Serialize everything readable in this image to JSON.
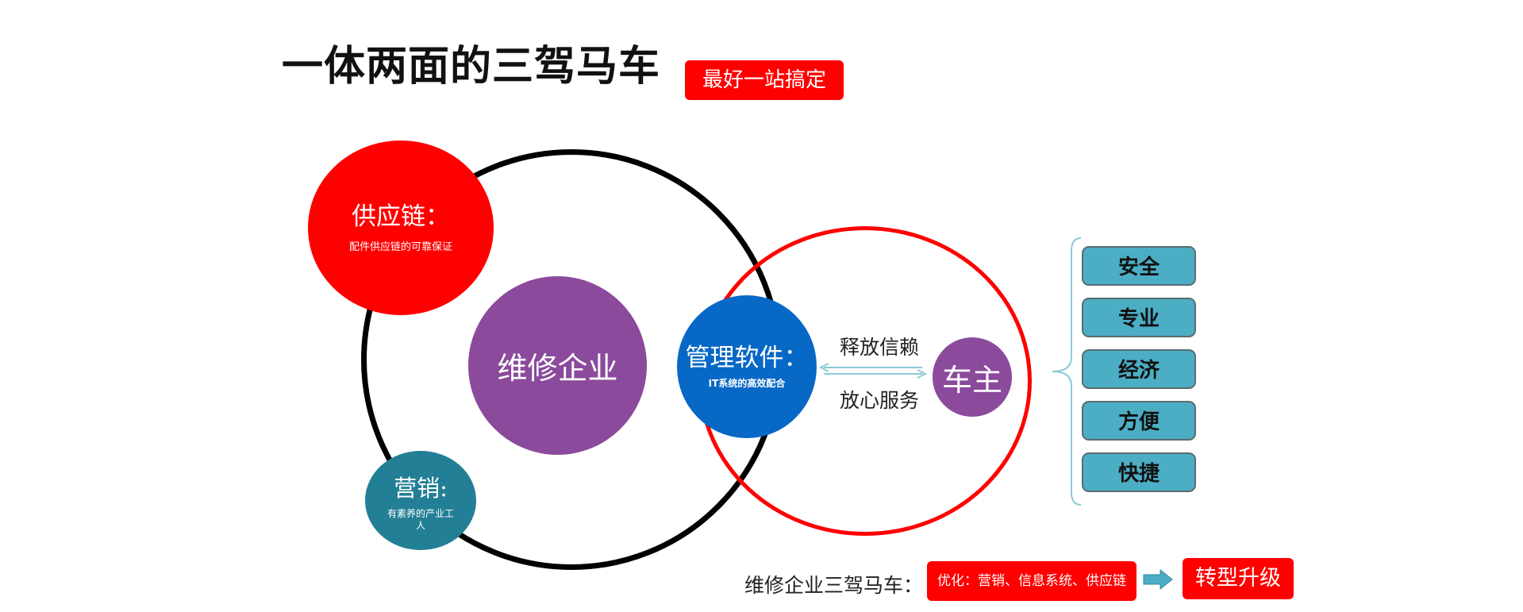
{
  "title": {
    "main": "一体两面的三驾马车",
    "badge": "最好一站搞定"
  },
  "circles": {
    "supply_chain": {
      "title": "供应链：",
      "subtitle": "配件供应链的可靠保证"
    },
    "repair_company": {
      "title": "维修企业"
    },
    "management_software": {
      "title": "管理软件：",
      "subtitle": "IT系统的高效配合"
    },
    "car_owner": {
      "title": "车主"
    },
    "marketing": {
      "title": "营销:",
      "subtitle": "有素养的产业工人"
    }
  },
  "connector": {
    "top_label": "释放信赖",
    "bottom_label": "放心服务"
  },
  "attributes": [
    {
      "label": "安全"
    },
    {
      "label": "专业"
    },
    {
      "label": "经济"
    },
    {
      "label": "方便"
    },
    {
      "label": "快捷"
    }
  ],
  "footer": {
    "label": "维修企业三驾马车：",
    "tag": "优化：营销、信息系统、供应链",
    "result": "转型升级"
  },
  "colors": {
    "red": "#ff0000",
    "purple": "#8b4a9c",
    "blue": "#0868c6",
    "teal": "#237f95",
    "list_fill": "#4baec4",
    "bracket": "#8ec9d8",
    "arrow": "#4baec4"
  }
}
